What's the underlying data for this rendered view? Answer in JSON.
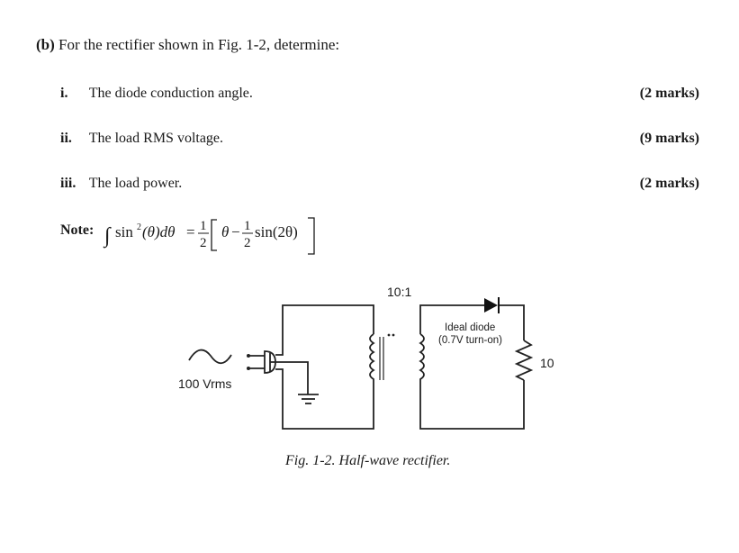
{
  "question": {
    "part_label": "(b)",
    "prompt": "For the rectifier shown in Fig. 1-2, determine:",
    "items": [
      {
        "num": "i.",
        "text": "The diode conduction angle.",
        "marks": "(2 marks)"
      },
      {
        "num": "ii.",
        "text": "The load RMS voltage.",
        "marks": "(9 marks)"
      },
      {
        "num": "iii.",
        "text": "The load power.",
        "marks": "(2 marks)"
      }
    ],
    "note_label": "Note:",
    "formula": {
      "integral": "∫",
      "lhs": "sin",
      "sup": "2",
      "arg": "(θ)dθ",
      "eq": "=",
      "frac1_num": "1",
      "frac1_den": "2",
      "theta": "θ",
      "minus": "−",
      "frac2_num": "1",
      "frac2_den": "2",
      "tail": "sin(2θ)"
    }
  },
  "figure": {
    "source_label": "100 Vrms",
    "ratio_label": "10:1",
    "diode_label_line1": "Ideal diode",
    "diode_label_line2": "(0.7V turn-on)",
    "resistor_label": "10",
    "caption": "Fig. 1-2. Half-wave rectifier."
  }
}
